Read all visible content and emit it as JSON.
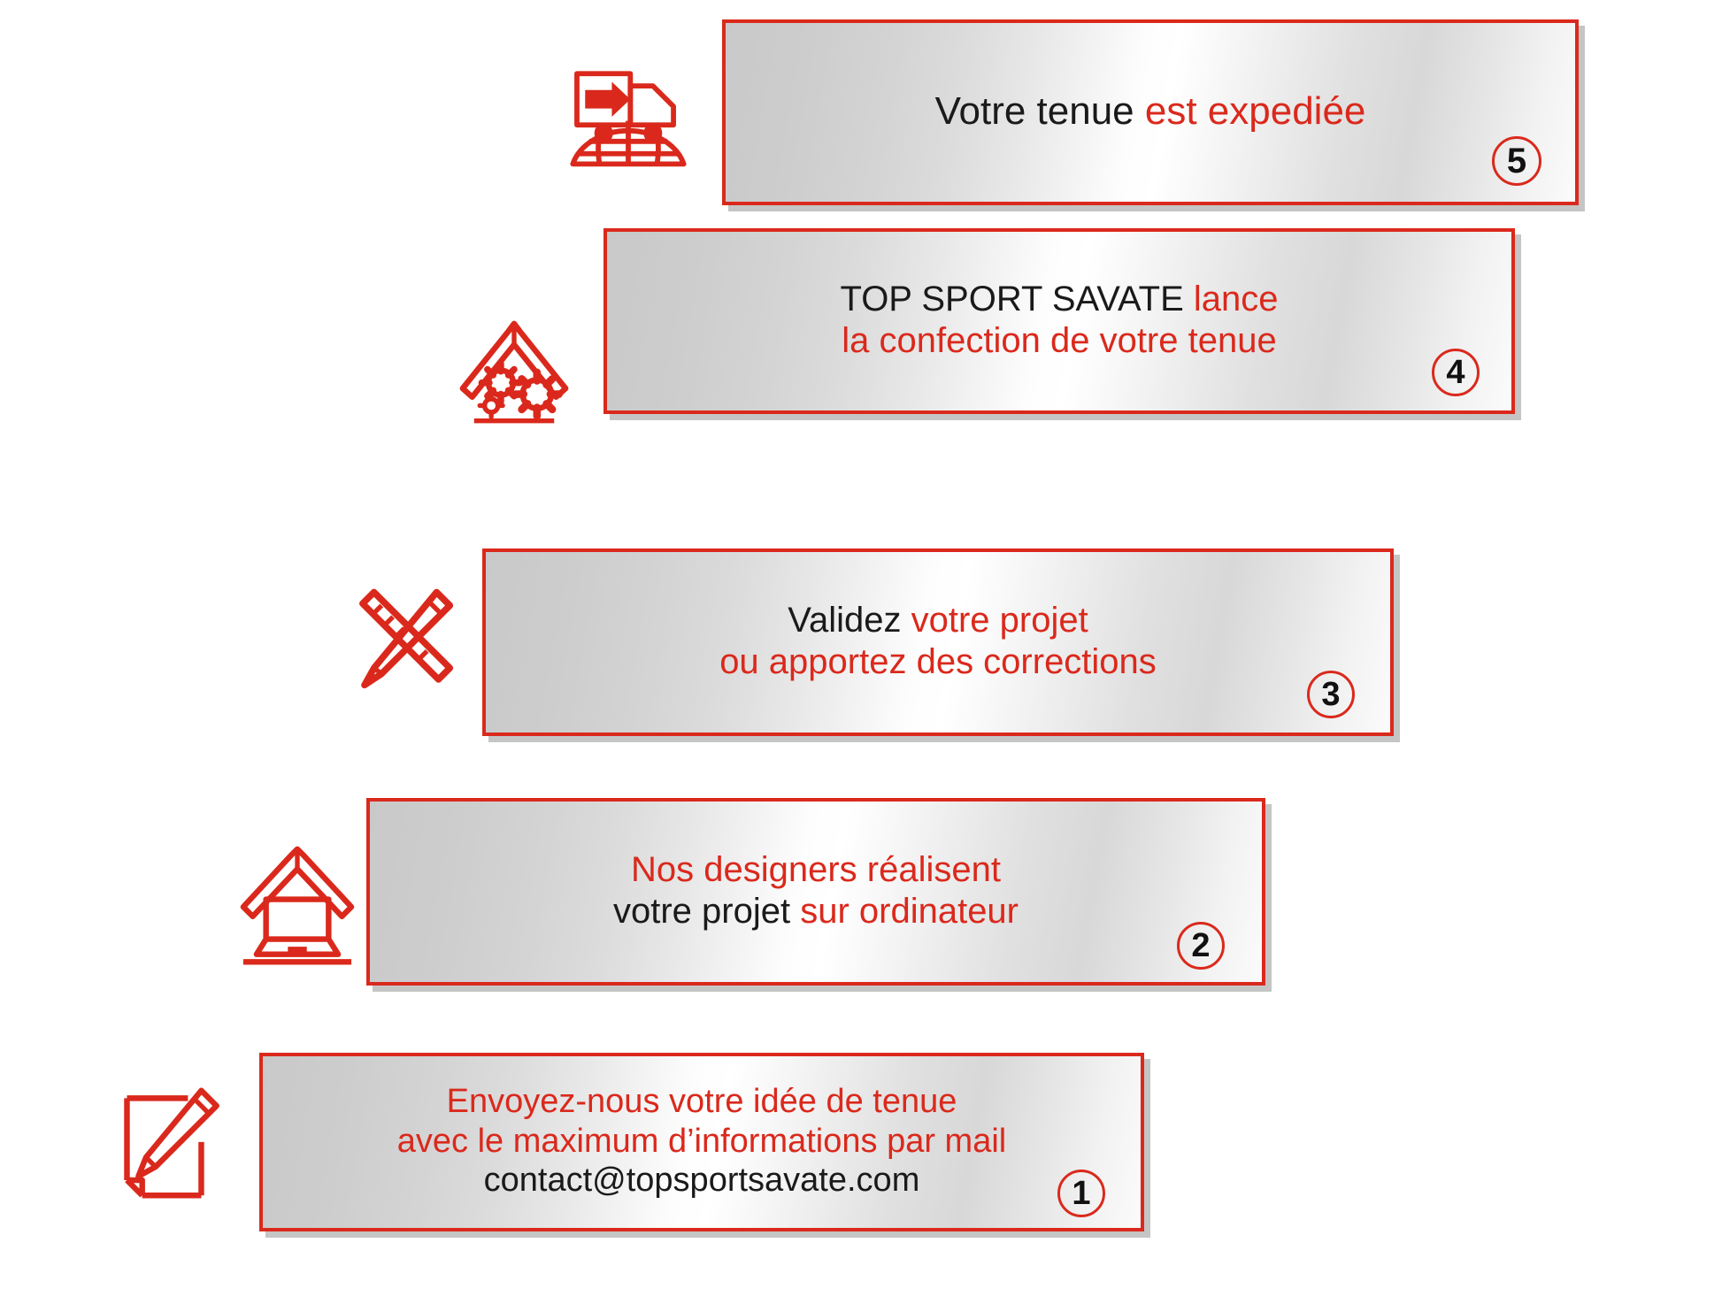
{
  "theme": {
    "accent_red": "#da291c",
    "text_black": "#1a1a1a",
    "bar_gradient_from": "#c9c9c9",
    "bar_gradient_to": "#ffffff",
    "page_background": "#ffffff"
  },
  "steps": [
    {
      "number": "5",
      "icon": "delivery-truck-globe-icon",
      "lines": [
        {
          "segments": [
            {
              "text": "Votre tenue ",
              "color": "black"
            },
            {
              "text": "est expediée",
              "color": "red"
            }
          ]
        }
      ]
    },
    {
      "number": "4",
      "icon": "roof-gears-icon",
      "lines": [
        {
          "segments": [
            {
              "text": "TOP SPORT SAVATE ",
              "color": "black"
            },
            {
              "text": "lance",
              "color": "red"
            }
          ]
        },
        {
          "segments": [
            {
              "text": "la confection de votre tenue",
              "color": "red"
            }
          ]
        }
      ]
    },
    {
      "number": "3",
      "icon": "ruler-pencil-icon",
      "lines": [
        {
          "segments": [
            {
              "text": "Validez ",
              "color": "black"
            },
            {
              "text": "votre projet",
              "color": "red"
            }
          ]
        },
        {
          "segments": [
            {
              "text": "ou apportez des corrections",
              "color": "red"
            }
          ]
        }
      ]
    },
    {
      "number": "2",
      "icon": "roof-laptop-icon",
      "lines": [
        {
          "segments": [
            {
              "text": "Nos designers réalisent",
              "color": "red"
            }
          ]
        },
        {
          "segments": [
            {
              "text": "votre projet ",
              "color": "black"
            },
            {
              "text": "sur ordinateur",
              "color": "red"
            }
          ]
        }
      ]
    },
    {
      "number": "1",
      "icon": "document-pencil-icon",
      "lines": [
        {
          "segments": [
            {
              "text": "Envoyez-nous votre idée de tenue",
              "color": "red"
            }
          ]
        },
        {
          "segments": [
            {
              "text": "avec le maximum d’informations par mail",
              "color": "red"
            }
          ]
        },
        {
          "segments": [
            {
              "text": "contact@topsportsavate.com",
              "color": "black"
            }
          ]
        }
      ]
    }
  ]
}
